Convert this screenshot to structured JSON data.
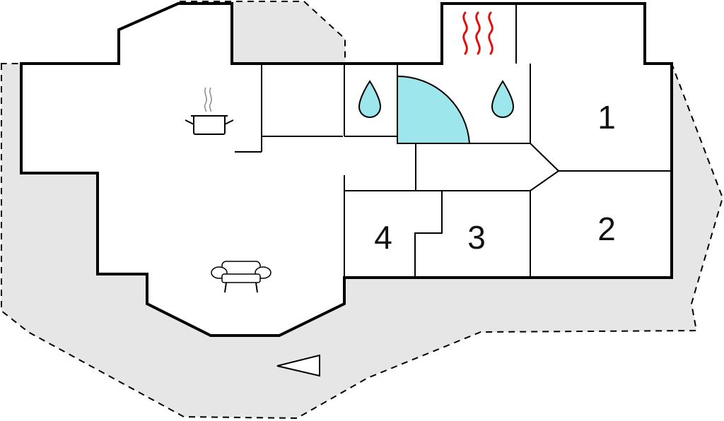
{
  "rooms": [
    {
      "id": "bedroom-1",
      "number": "1"
    },
    {
      "id": "bedroom-2",
      "number": "2"
    },
    {
      "id": "bedroom-3",
      "number": "3"
    },
    {
      "id": "bedroom-4",
      "number": "4"
    }
  ],
  "icons": {
    "kitchen": "cooking-pot-icon",
    "living": "sofa-icon",
    "bathroom": "water-drop-icon",
    "shower": "shower-quarter-circle-icon",
    "sauna": "heat-waves-icon",
    "entrance": "entrance-arrow-icon"
  },
  "colors": {
    "terrace": "#e6e6e6",
    "water": "#9ce6ec",
    "heat": "#e01010",
    "walls": "#000000"
  }
}
